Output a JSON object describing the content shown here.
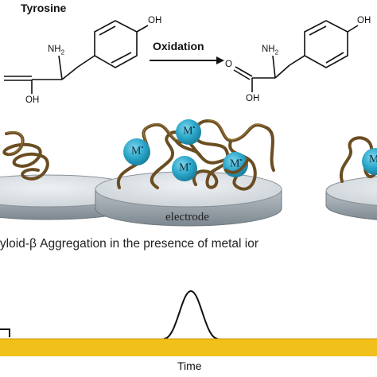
{
  "molecule": {
    "name": "Tyrosine",
    "reaction": "Oxidation",
    "atoms": {
      "oh_top_left": "OH",
      "nh2_left": "NH",
      "nh2_left_sub": "2",
      "oh_bottom_left": "OH",
      "oh_top_right": "OH",
      "o_right": "O",
      "nh2_right": "NH",
      "nh2_right_sub": "2",
      "oh_bottom_right": "OH"
    }
  },
  "scene": {
    "electrode_label": "electrode",
    "metal_ion_label": "M",
    "metal_ion_count": 5
  },
  "caption": "myloid-β Aggregation in the presence of metal ior",
  "signal": {
    "x_label": "Time"
  },
  "colors": {
    "peptide": "#7a5a2a",
    "metal_ion": "#2aa6c9",
    "electrode_top": "#d7dde2",
    "electrode_side": "#9ea7ae",
    "baseline_bar": "#f2c01a"
  }
}
